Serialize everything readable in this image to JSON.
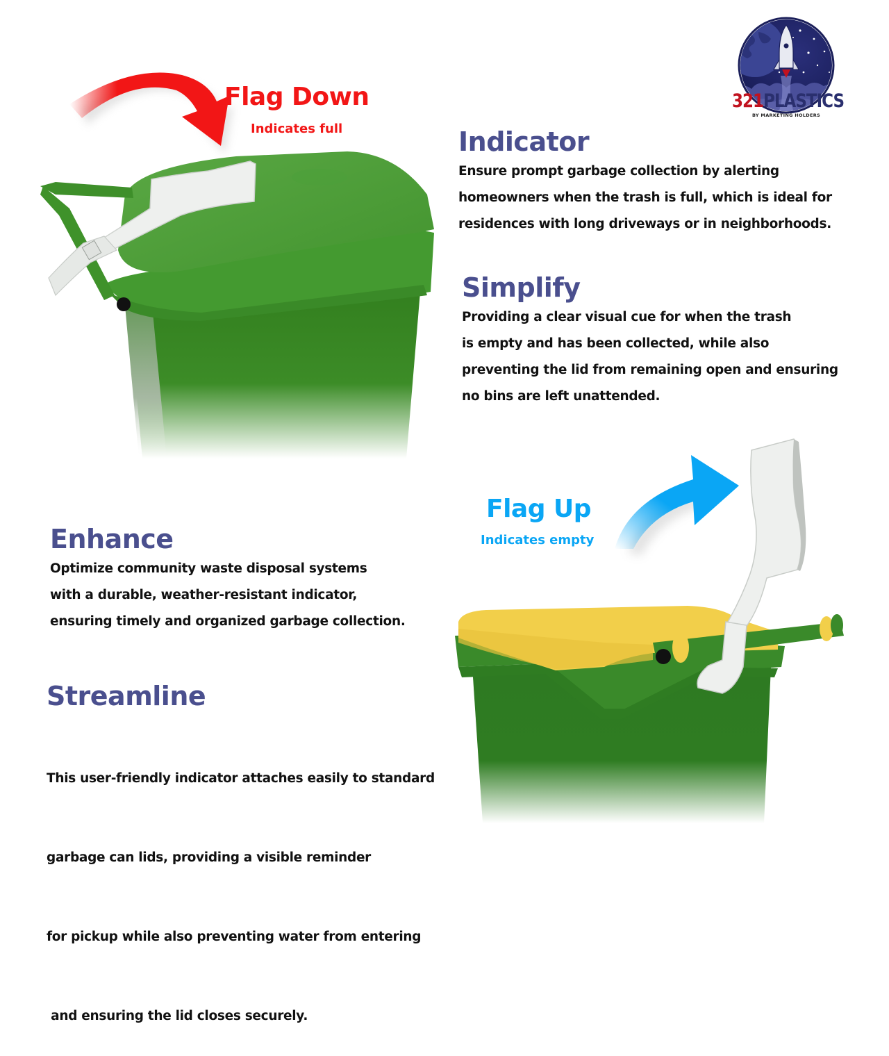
{
  "logo": {
    "brand_number": "321",
    "brand_word": "PLASTICS",
    "tagline": "BY MARKETING HOLDERS",
    "icon": "rocket-earth-badge-icon",
    "colors": {
      "navy": "#2a2f6e",
      "red": "#c1121f",
      "sky": "#1b1f5a"
    }
  },
  "callouts": {
    "flag_down": {
      "title": "Flag Down",
      "subtitle": "Indicates full",
      "color": "#f21616",
      "icon": "curved-arrow-down-icon"
    },
    "flag_up": {
      "title": "Flag Up",
      "subtitle": "Indicates empty",
      "color": "#0aa6f5",
      "icon": "curved-arrow-up-icon"
    }
  },
  "features": {
    "indicator": {
      "heading": "Indicator",
      "lines": [
        "Ensure prompt garbage collection by alerting",
        "homeowners when the trash is full, which is ideal for",
        "residences with long driveways or in neighborhoods."
      ]
    },
    "simplify": {
      "heading": "Simplify",
      "lines": [
        "Providing a clear visual cue for when the trash",
        "is empty and has been collected, while also",
        "preventing the lid from remaining open and ensuring",
        "no bins are left unattended."
      ]
    },
    "enhance": {
      "heading": "Enhance",
      "lines": [
        "Optimize community waste disposal systems",
        "with a durable, weather-resistant indicator,",
        "ensuring timely and organized garbage collection."
      ]
    },
    "streamline": {
      "heading": "Streamline",
      "lines": [
        "This user-friendly indicator attaches easily to standard",
        "garbage can lids, providing a visible reminder",
        "for pickup while also preventing water from entering",
        " and ensuring the lid closes securely."
      ]
    }
  },
  "images": {
    "bin_flag_down": {
      "lid_color": "#4f9e3a",
      "body_color": "#3a8a2a",
      "flag_color": "#eef0ee"
    },
    "bin_flag_up": {
      "lid_color": "#f2cf4a",
      "body_color": "#2e7a22",
      "flag_color": "#eef0ee"
    }
  },
  "colors": {
    "heading": "#4a4f8e",
    "body_text": "#111111",
    "background": "#ffffff"
  }
}
